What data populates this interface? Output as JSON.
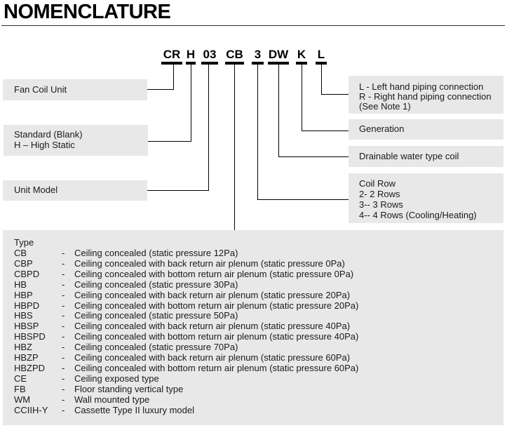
{
  "title": "NOMENCLATURE",
  "model_code": {
    "segments": [
      "CR",
      "H",
      "03",
      "CB",
      "3",
      "DW",
      "K",
      "L"
    ]
  },
  "left_boxes": [
    {
      "lines": [
        "Fan Coil Unit"
      ]
    },
    {
      "lines": [
        "Standard (Blank)",
        "H – High Static"
      ]
    },
    {
      "lines": [
        "Unit Model"
      ]
    }
  ],
  "right_boxes": [
    {
      "lines": [
        "L -  Left hand piping connection",
        "R - Right hand piping connection",
        "(See Note 1)"
      ]
    },
    {
      "lines": [
        "Generation"
      ]
    },
    {
      "lines": [
        "Drainable water type coil"
      ]
    },
    {
      "lines": [
        "Coil Row",
        "2-  2 Rows",
        "3-- 3 Rows",
        "4-- 4 Rows (Cooling/Heating)"
      ]
    }
  ],
  "type_box": {
    "heading": "Type",
    "items": [
      {
        "code": "CB",
        "sep": "-",
        "desc": "Ceiling concealed (static pressure 12Pa)"
      },
      {
        "code": "CBP",
        "sep": "-",
        "desc": "Ceiling concealed with back return air plenum (static pressure 0Pa)"
      },
      {
        "code": "CBPD",
        "sep": "-",
        "desc": "Ceiling concealed with bottom return air plenum (static pressure 0Pa)"
      },
      {
        "code": "HB",
        "sep": "-",
        "desc": "Ceiling concealed (static pressure 30Pa)"
      },
      {
        "code": "HBP",
        "sep": "-",
        "desc": "Ceiling concealed with back return air plenum (static pressure 20Pa)"
      },
      {
        "code": "HBPD",
        "sep": "-",
        "desc": "Ceiling concealed with bottom return air plenum (static pressure 20Pa)"
      },
      {
        "code": "HBS",
        "sep": "-",
        "desc": "Ceiling concealed (static pressure 50Pa)"
      },
      {
        "code": "HBSP",
        "sep": "-",
        "desc": "Ceiling concealed with back return air plenum (static pressure 40Pa)"
      },
      {
        "code": "HBSPD",
        "sep": "-",
        "desc": "Ceiling concealed with bottom return air plenum (static pressure 40Pa)"
      },
      {
        "code": "HBZ",
        "sep": "-",
        "desc": "Ceiling concealed (static pressure 70Pa)"
      },
      {
        "code": "HBZP",
        "sep": "-",
        "desc": "Ceiling concealed with back return air plenum (static pressure 60Pa)"
      },
      {
        "code": "HBZPD",
        "sep": "-",
        "desc": "Ceiling concealed with bottom return air plenum (static pressure 60Pa)"
      },
      {
        "code": "CE",
        "sep": "-",
        "desc": "Ceiling exposed type"
      },
      {
        "code": "FB",
        "sep": "-",
        "desc": "Floor standing vertical type"
      },
      {
        "code": "WM",
        "sep": "-",
        "desc": "Wall mounted type"
      },
      {
        "code": "CCIIH-Y",
        "sep": "-",
        "desc": "Cassette Type II luxury model"
      }
    ]
  }
}
